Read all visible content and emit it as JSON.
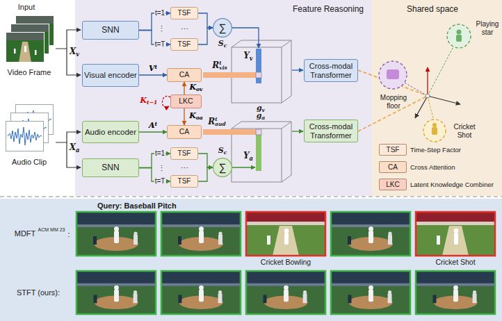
{
  "diagram": {
    "nodes": [
      {
        "text": [
          "SNN"
        ]
      },
      {
        "text": [
          "TSF"
        ]
      },
      {
        "text": [
          "TSF"
        ]
      },
      {
        "text": [
          "∑"
        ]
      },
      {
        "text": [
          "Visual encoder"
        ]
      },
      {
        "text": [
          "CA"
        ]
      },
      {
        "text": [
          "LKC"
        ]
      },
      {
        "text": [
          "Audio encoder"
        ]
      },
      {
        "text": [
          "CA"
        ]
      },
      {
        "text": [
          "SNN"
        ]
      },
      {
        "text": [
          "TSF"
        ]
      },
      {
        "text": [
          "TSF"
        ]
      },
      {
        "text": [
          "∑"
        ]
      },
      {
        "text": [
          "Cross-modal Transformer"
        ]
      },
      {
        "text": [
          "Cross-modal Transformer"
        ]
      }
    ],
    "edges": [
      {
        "from": 0,
        "to": 1,
        "arrow": "to"
      },
      {
        "from": 0,
        "to": 2,
        "arrow": "to"
      },
      {
        "from": 1,
        "to": 3,
        "arrow": "to"
      },
      {
        "from": 2,
        "to": 3,
        "arrow": "to"
      },
      {
        "from": 4,
        "to": 5,
        "label": "Vt",
        "arrow": "to"
      },
      {
        "from": 6,
        "to": 5,
        "label": "Kov",
        "arrow": "to"
      },
      {
        "from": 6,
        "to": 8,
        "label": "Koa",
        "arrow": "to"
      },
      {
        "from": 7,
        "to": 8,
        "label": "At",
        "arrow": "to"
      },
      {
        "from": 9,
        "to": 10,
        "arrow": "to"
      },
      {
        "from": 9,
        "to": 11,
        "arrow": "to"
      },
      {
        "from": 10,
        "to": 12,
        "arrow": "to"
      },
      {
        "from": 11,
        "to": 12,
        "arrow": "to"
      }
    ],
    "labels": [
      "Input",
      "Video Frame",
      "Audio Clip",
      "Xv",
      "Xa",
      "Feature Reasoning",
      "t=1",
      "⋮",
      "t=T",
      "⋯",
      "Sc",
      "Yv",
      "Rtvis",
      "Kt−1",
      "gv",
      "Rtaud",
      "ga",
      "Ya",
      "Sc",
      "t=1",
      "⋮",
      "t=T",
      "⋯",
      "Shared space",
      "Playing star",
      "Mopping floor",
      "Cricket Shot",
      "TSF",
      "CA",
      "LKC",
      "Query: Baseball Pitch",
      "MDFT",
      "ACM MM 23",
      ":",
      "Cricket Bowling",
      "Cricket Shot",
      "STFT (ours):"
    ],
    "legend": [
      {
        "text": "Time-Step Factor",
        "color": "#fde9d9"
      },
      {
        "text": "Cross Attention",
        "color": "#fbdcc6"
      },
      {
        "text": "Latent Knowledge Combiner",
        "color": "#f8cfc2"
      }
    ]
  }
}
